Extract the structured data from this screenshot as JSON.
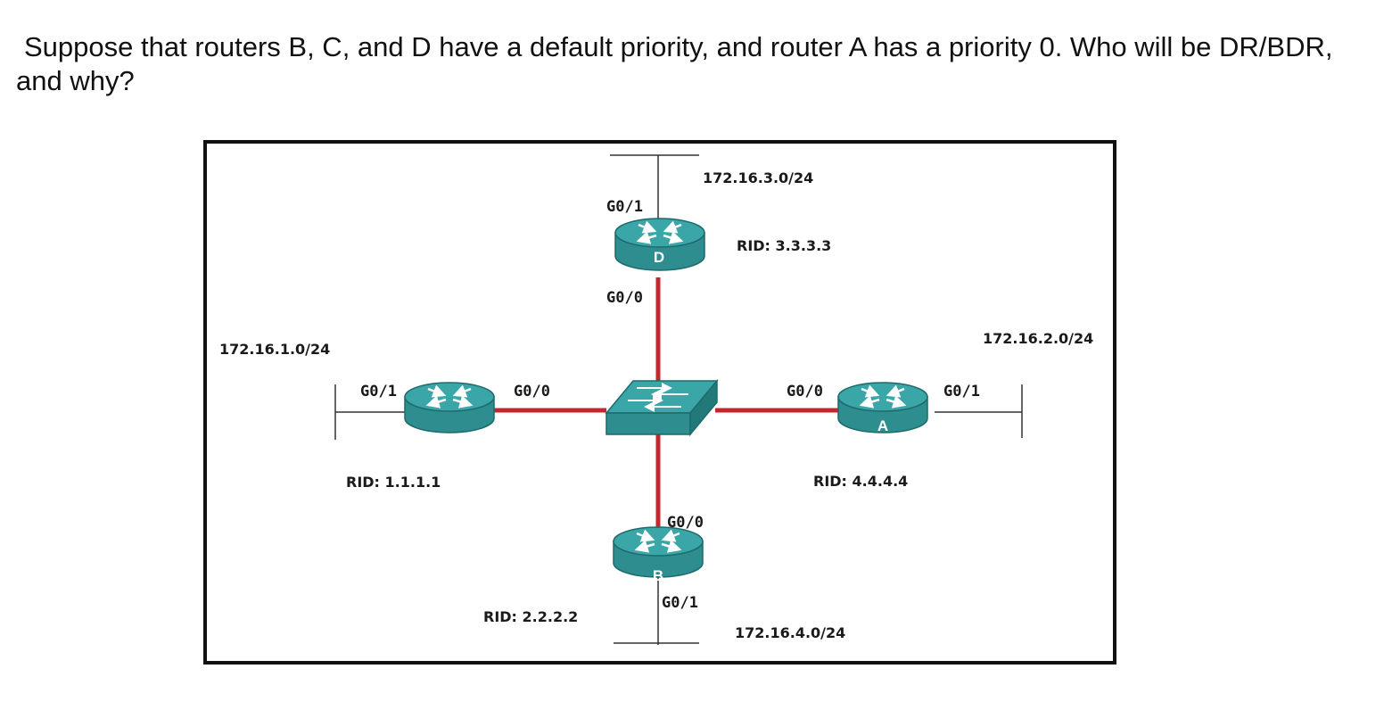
{
  "question": {
    "text": "Suppose that routers B, C, and D have a default priority, and router A has a priority 0. Who will be DR/BDR, and why?"
  },
  "diagram": {
    "colors": {
      "link": "#c1272d",
      "device": "#2d8d8f",
      "device_top": "#3aa6a8",
      "device_edge": "#1e6a6b",
      "frame": "#111111",
      "lan": "#333333"
    },
    "networks": {
      "left": "172.16.1.0/24",
      "top": "172.16.3.0/24",
      "right": "172.16.2.0/24",
      "bottom": "172.16.4.0/24"
    },
    "routers": {
      "left": {
        "letter": "",
        "rid": "RID: 1.1.1.1",
        "ports": {
          "lan": "G0/1",
          "switch": "G0/0"
        }
      },
      "top": {
        "letter": "D",
        "rid": "RID: 3.3.3.3",
        "ports": {
          "lan": "G0/1",
          "switch": "G0/0"
        }
      },
      "right": {
        "letter": "A",
        "rid": "RID: 4.4.4.4",
        "ports": {
          "lan": "G0/1",
          "switch": "G0/0"
        }
      },
      "bottom": {
        "letter": "B",
        "rid": "RID: 2.2.2.2",
        "ports": {
          "lan": "G0/1",
          "switch": "G0/0"
        }
      }
    }
  }
}
